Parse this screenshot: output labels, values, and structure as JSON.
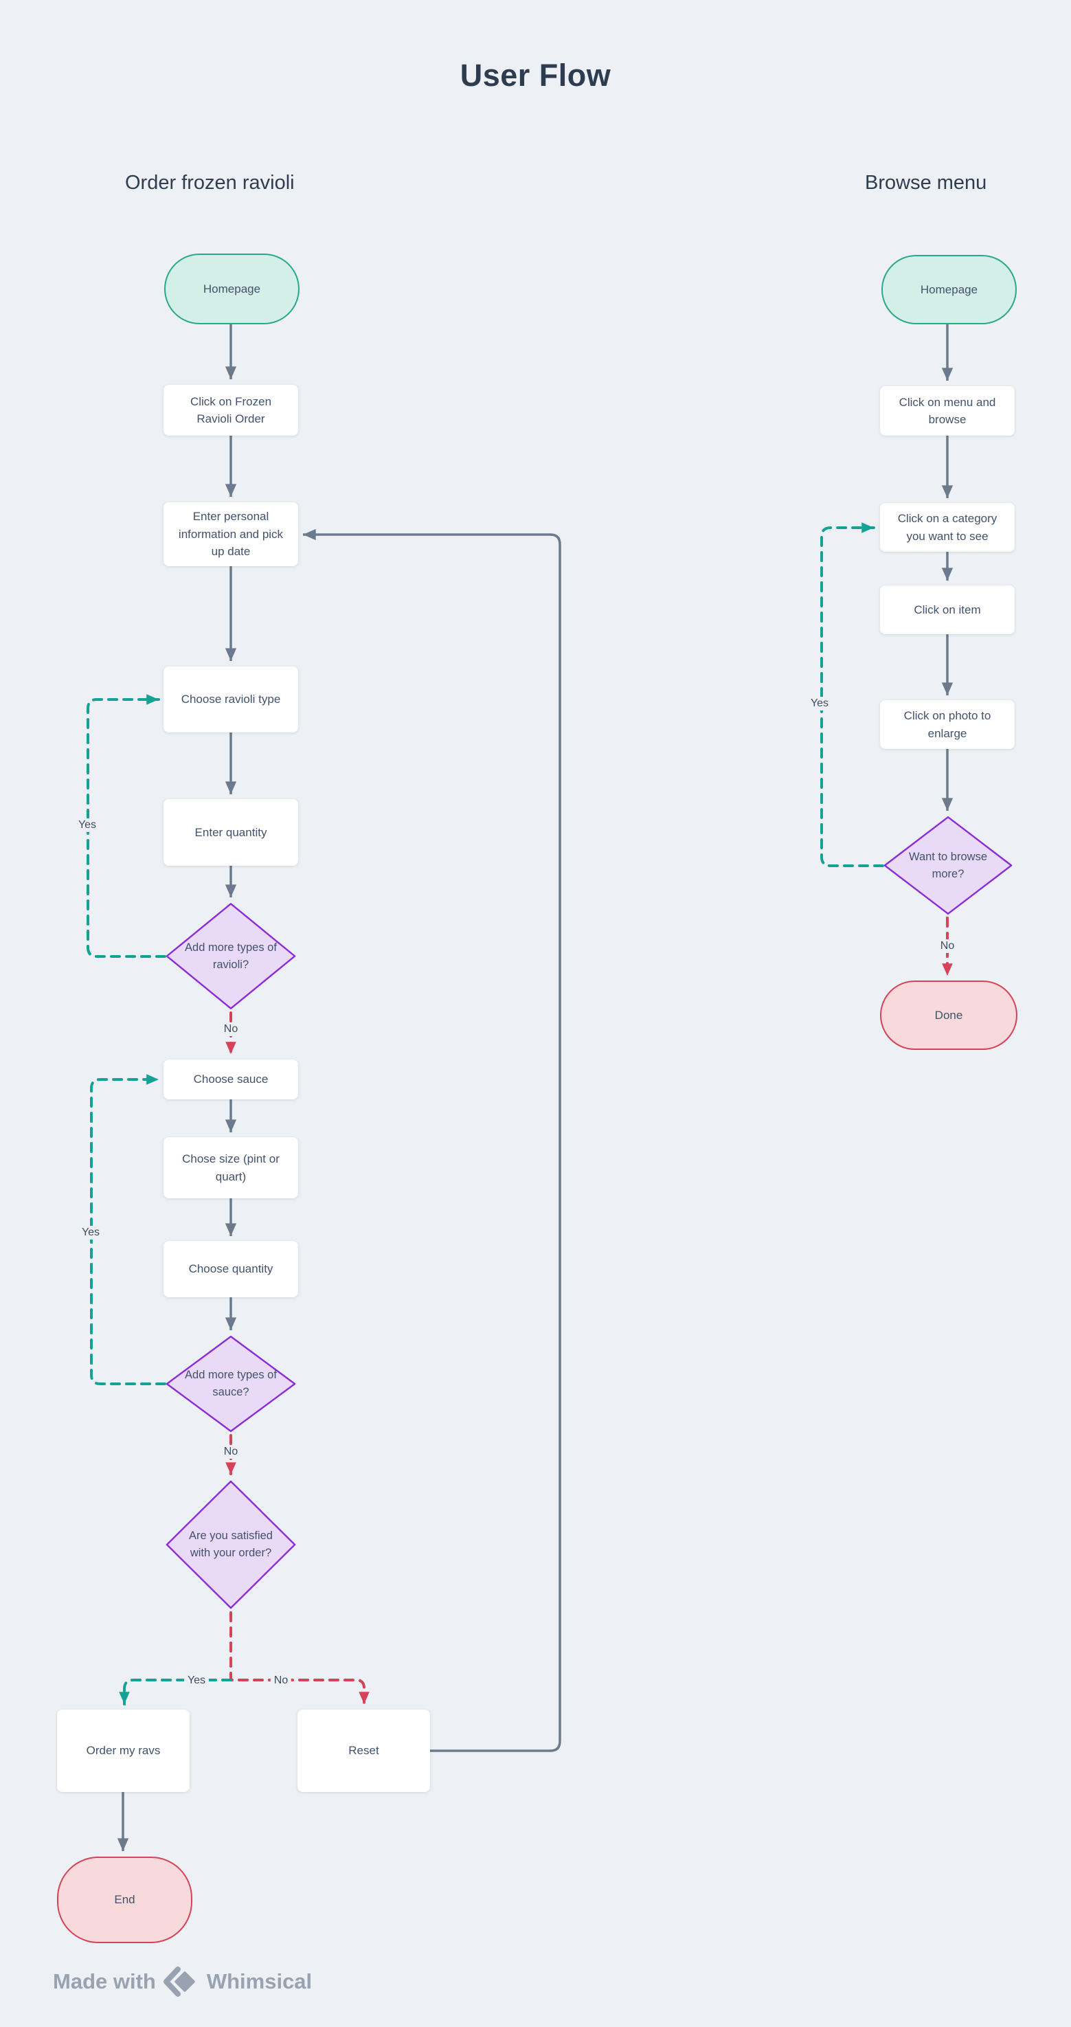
{
  "page": {
    "title": "User Flow"
  },
  "branch_labels": {
    "yes": "Yes",
    "no": "No"
  },
  "flows": [
    {
      "heading": "Order frozen ravioli",
      "nodes": [
        {
          "type": "start",
          "label": "Homepage"
        },
        {
          "type": "process",
          "label": "Click on Frozen Ravioli Order"
        },
        {
          "type": "process",
          "label": "Enter personal information and pick up date"
        },
        {
          "type": "process",
          "label": "Choose ravioli type"
        },
        {
          "type": "process",
          "label": "Enter quantity"
        },
        {
          "type": "decision",
          "label": "Add more types of ravioli?"
        },
        {
          "type": "process",
          "label": "Choose sauce"
        },
        {
          "type": "process",
          "label": "Chose size (pint or quart)"
        },
        {
          "type": "process",
          "label": "Choose quantity"
        },
        {
          "type": "decision",
          "label": "Add more types of sauce?"
        },
        {
          "type": "decision",
          "label": "Are you satisfied with your order?"
        },
        {
          "type": "process",
          "label": "Order my ravs"
        },
        {
          "type": "process",
          "label": "Reset"
        },
        {
          "type": "end",
          "label": "End"
        }
      ]
    },
    {
      "heading": "Browse menu",
      "nodes": [
        {
          "type": "start",
          "label": "Homepage"
        },
        {
          "type": "process",
          "label": "Click on menu and browse"
        },
        {
          "type": "process",
          "label": "Click on a category you want to see"
        },
        {
          "type": "process",
          "label": "Click on item"
        },
        {
          "type": "process",
          "label": "Click on photo to enlarge"
        },
        {
          "type": "decision",
          "label": "Want to browse more?"
        },
        {
          "type": "end",
          "label": "Done"
        }
      ]
    }
  ],
  "footer": {
    "made_with": "Made with",
    "brand": "Whimsical"
  },
  "colors": {
    "background": "#edf1f5",
    "connector": "#6b7a8c",
    "yes_branch": "#14a294",
    "no_branch": "#d54356",
    "start_fill": "#d4efe8",
    "start_border": "#2aa78e",
    "end_fill": "#f8d9dc",
    "end_border": "#d54356",
    "decision_fill": "#e9daf7",
    "decision_border": "#8c2cd9",
    "process_fill": "#ffffff",
    "text": "#42526b",
    "heading": "#2d3c4e",
    "footer_text": "#98a2b0"
  }
}
